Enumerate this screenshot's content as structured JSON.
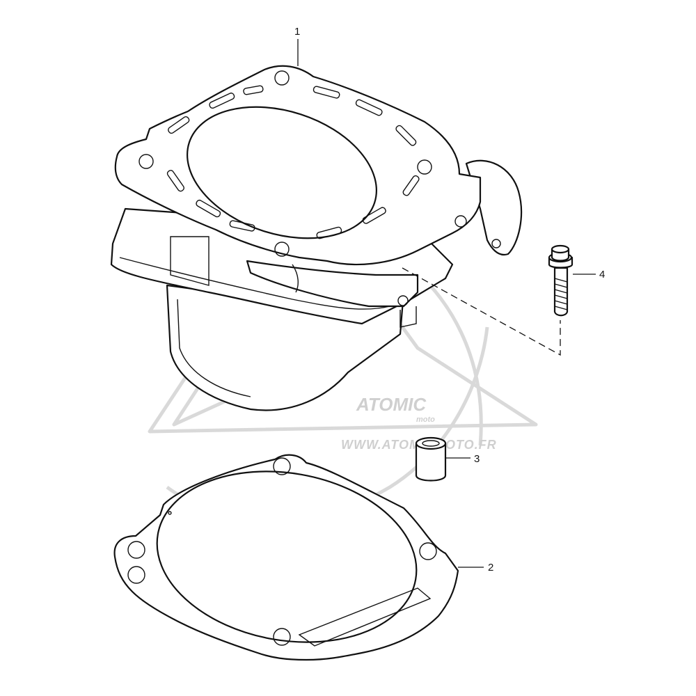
{
  "callouts": [
    {
      "id": "1",
      "label": "1",
      "part": "cylinder"
    },
    {
      "id": "2",
      "label": "2",
      "part": "cylinder-base-gasket"
    },
    {
      "id": "3",
      "label": "3",
      "part": "dowel-pin"
    },
    {
      "id": "4",
      "label": "4",
      "part": "bolt"
    }
  ],
  "watermark": {
    "logo_text": "ATOMIC",
    "logo_sub": "moto",
    "url": "WWW.ATOMICMOTO.FR",
    "color": "#d0d0d0"
  },
  "colors": {
    "line": "#111111",
    "background": "#ffffff"
  }
}
